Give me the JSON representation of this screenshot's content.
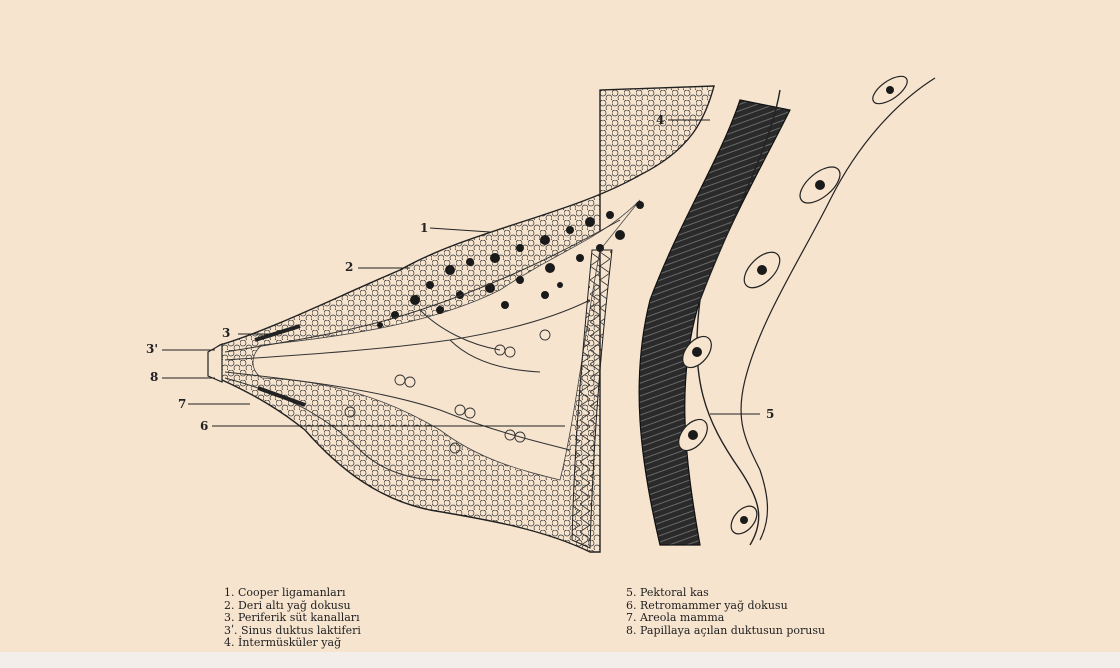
{
  "callouts": {
    "c1": "1",
    "c2": "2",
    "c3": "3",
    "c3p": "3'",
    "c4": "4",
    "c5": "5",
    "c6": "6",
    "c7": "7",
    "c8": "8"
  },
  "legend": {
    "left": [
      "1. Cooper ligamanları",
      "2. Deri altı yağ dokusu",
      "3. Periferik süt kanalları",
      "3ʹ. Sinus duktus laktiferi",
      "4. İntermüsküler yağ"
    ],
    "right": [
      "5. Pektoral kas",
      "6. Retromammer yağ dokusu",
      "7. Areola mamma",
      "8. Papillaya açılan duktusun porusu"
    ]
  },
  "colors": {
    "background": "#f6e4cf",
    "ink": "#1a1a1a"
  }
}
